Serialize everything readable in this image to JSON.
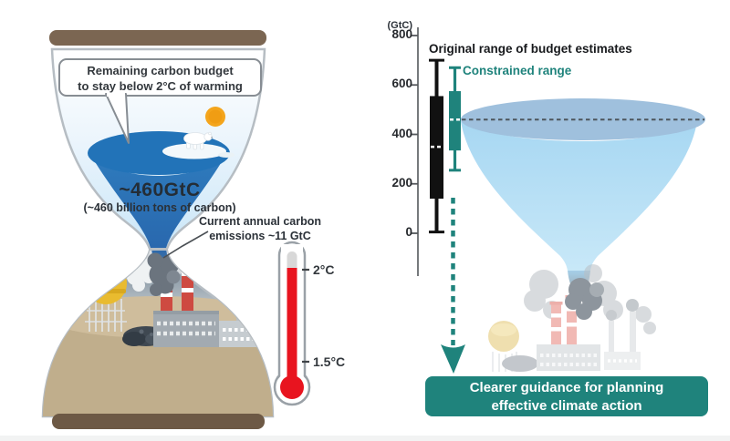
{
  "colors": {
    "teal": "#1f837c",
    "boxplot_black": "#111111",
    "water_blue": "#2273b8",
    "funnel_blue": "#a7d7f2",
    "funnel_top": "#9fc0dd",
    "thermometer_red": "#e8141f",
    "sand": "#c0ae8c",
    "cap_brown": "#7b6652"
  },
  "left_panel": {
    "bubble_line1": "Remaining carbon budget",
    "bubble_line2": "to stay below 2°C of warming",
    "budget_value": "~460GtC",
    "budget_note": "(~460 billion tons of carbon)",
    "emissions_line1": "Current annual carbon",
    "emissions_line2": "emissions ~11 GtC",
    "thermometer_top_label": "2°C",
    "thermometer_bottom_label": "1.5°C"
  },
  "right_panel": {
    "axis_unit": "(GtC)",
    "ticks": [
      "800",
      "600",
      "400",
      "200",
      "0"
    ],
    "legend_original": "Original range of budget estimates",
    "legend_constrained": "Constrained range",
    "banner_line1": "Clearer guidance for planning",
    "banner_line2": "effective climate action"
  },
  "chart_data": {
    "type": "boxplot",
    "ylabel": "(GtC)",
    "ylim": [
      0,
      800
    ],
    "yticks": [
      800,
      600,
      400,
      200,
      0
    ],
    "grid": false,
    "legend_position": "top",
    "series": [
      {
        "name": "Original range of budget estimates",
        "color": "#111111",
        "whisker_low": 5,
        "box_low": 140,
        "median": 350,
        "box_high": 555,
        "whisker_high": 700
      },
      {
        "name": "Constrained range",
        "color": "#1f837c",
        "whisker_low": 255,
        "box_low": 335,
        "median": 460,
        "box_high": 575,
        "whisker_high": 670
      }
    ],
    "reference_line": {
      "value": 460,
      "style": "dashed"
    }
  }
}
